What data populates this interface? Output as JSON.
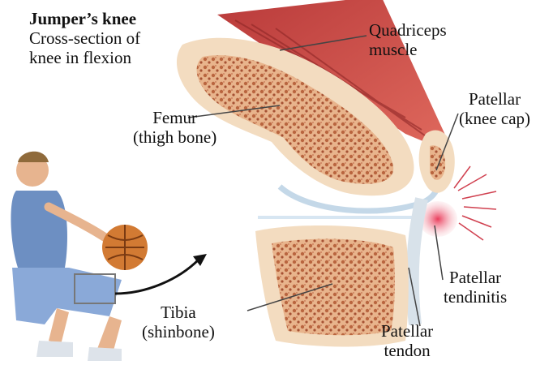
{
  "heading": {
    "title": "Jumper’s knee",
    "subtitle_line1": "Cross-section of",
    "subtitle_line2": "knee in flexion"
  },
  "labels": {
    "quadriceps": [
      "Quadriceps",
      "muscle"
    ],
    "femur": [
      "Femur",
      "(thigh bone)"
    ],
    "patellar": [
      "Patellar",
      "(knee cap)"
    ],
    "tendinitis": [
      "Patellar",
      "tendinitis"
    ],
    "tibia": [
      "Tibia",
      "(shinbone)"
    ],
    "tendon": [
      "Patellar",
      "tendon"
    ]
  },
  "colors": {
    "bone": "#f3dcc0",
    "marrow": "#c9805a",
    "muscle": "#c8433f",
    "cartilage": "#dfeaf3",
    "inflammation": "#e55a6f",
    "leader_line": "#444444"
  }
}
